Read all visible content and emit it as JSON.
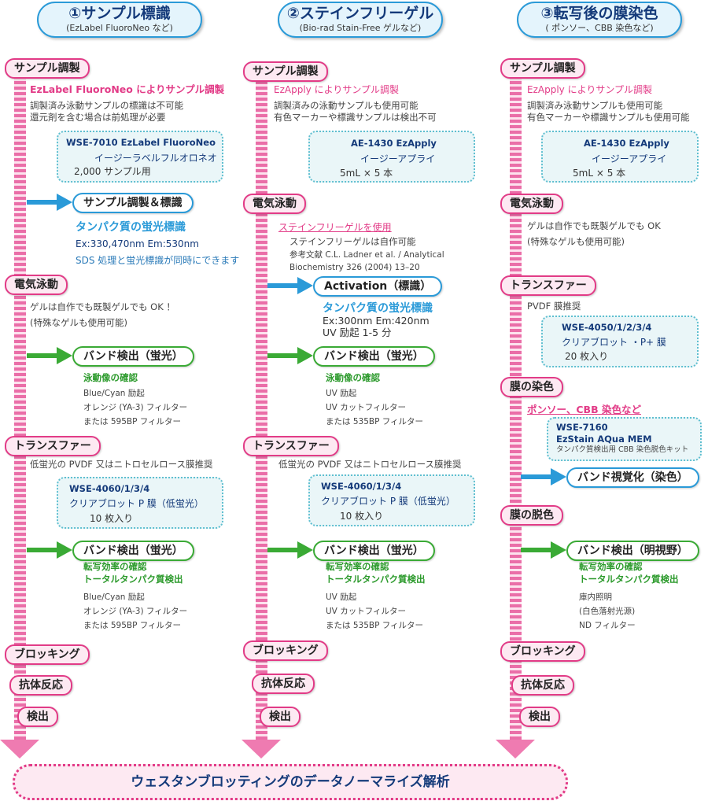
{
  "headers": [
    {
      "title": "①サンプル標識",
      "subtitle": "(EzLabel FluoroNeo など)"
    },
    {
      "title": "②ステインフリーゲル",
      "subtitle": "(Bio-rad Stain-Free ゲルなど)"
    },
    {
      "title": "③転写後の膜染色",
      "subtitle": "( ポンソー、CBB 染色など)"
    }
  ],
  "col1": {
    "step_sample": "サンプル調製",
    "sample_title": "EzLabel FluoroNeo によりサンプル調製",
    "sample_note1": "調製済み泳動サンプルの標識は不可能",
    "sample_note2": "還元剤を含む場合は前処理が必要",
    "product1": {
      "code": "WSE-7010 EzLabel FluoroNeo",
      "name": "イージーラベルフルオロネオ",
      "qty": "2,000 サンプル用"
    },
    "pill_label": "サンプル調製＆標識",
    "fluor_title": "タンパク質の蛍光標識",
    "fluor_ex": "Ex:330,470nm  Em:530nm",
    "fluor_note": "SDS 処理と蛍光標識が同時にできます",
    "step_electro": "電気泳動",
    "electro_note1": "ゲルは自作でも既製ゲルでも OK ！",
    "electro_note2": "(特殊なゲルも使用可能)",
    "band1_label": "バンド検出（蛍光）",
    "band1_title": "泳動像の確認",
    "band1_l1": "Blue/Cyan 励起",
    "band1_l2": "オレンジ (YA-3) フィルター",
    "band1_l3": "または 595BP フィルター",
    "step_transfer": "トランスファー",
    "transfer_note": "低蛍光の PVDF 又はニトロセルロース膜推奨",
    "product2": {
      "code": "WSE-4060/1/3/4",
      "name": "クリアブロット P 膜（低蛍光）",
      "qty": "10 枚入り"
    },
    "band2_label": "バンド検出（蛍光）",
    "band2_title1": "転写効率の確認",
    "band2_title2": "トータルタンパク質検出",
    "band2_l1": "Blue/Cyan 励起",
    "band2_l2": "オレンジ (YA-3) フィルター",
    "band2_l3": "または 595BP フィルター",
    "step_blocking": "ブロッキング",
    "step_antibody": "抗体反応",
    "step_detect": "検出"
  },
  "col2": {
    "step_sample": "サンプル調製",
    "sample_title": "EzApply によりサンプル調製",
    "sample_note1": "調製済みの泳動サンプルも使用可能",
    "sample_note2": "有色マーカーや標識サンプルは検出不可",
    "product1": {
      "code": "AE-1430 EzApply",
      "name": "イージーアプライ",
      "qty": "5mL × 5 本"
    },
    "step_electro": "電気泳動",
    "stainfree_title": "ステインフリーゲルを使用",
    "stainfree_l1": "ステインフリーゲルは自作可能",
    "stainfree_l2": "参考文献 C.L. Ladner et al. / Analytical",
    "stainfree_l3": "Biochemistry 326 (2004) 13–20",
    "pill_label": "Activation（標識）",
    "fluor_title": "タンパク質の蛍光標識",
    "fluor_ex": "Ex:300nm  Em:420nm",
    "fluor_uv": "UV 励起  1-5 分",
    "band1_label": "バンド検出（蛍光）",
    "band1_title": "泳動像の確認",
    "band1_l1": "UV 励起",
    "band1_l2": "UV カットフィルター",
    "band1_l3": "または 535BP フィルター",
    "step_transfer": "トランスファー",
    "transfer_note": "低蛍光の PVDF 又はニトロセルロース膜推奨",
    "product2": {
      "code": "WSE-4060/1/3/4",
      "name": "クリアブロット P 膜（低蛍光）",
      "qty": "10 枚入り"
    },
    "band2_label": "バンド検出（蛍光）",
    "band2_title1": "転写効率の確認",
    "band2_title2": "トータルタンパク質検出",
    "band2_l1": "UV 励起",
    "band2_l2": "UV カットフィルター",
    "band2_l3": "または 535BP フィルター",
    "step_blocking": "ブロッキング",
    "step_antibody": "抗体反応",
    "step_detect": "検出"
  },
  "col3": {
    "step_sample": "サンプル調製",
    "sample_title": "EzApply によりサンプル調製",
    "sample_note1": "調製済み泳動サンプルも使用可能",
    "sample_note2": "有色マーカーや標識サンプルも使用可能",
    "product1": {
      "code": "AE-1430  EzApply",
      "name": "イージーアプライ",
      "qty": "5mL × 5 本"
    },
    "step_electro": "電気泳動",
    "electro_note1": "ゲルは自作でも既製ゲルでも OK",
    "electro_note2": "(特殊なゲルも使用可能)",
    "step_transfer": "トランスファー",
    "transfer_note": "PVDF 膜推奨",
    "product2": {
      "code": "WSE-4050/1/2/3/4",
      "name": "クリアブロット ・P+ 膜",
      "qty": "20 枚入り"
    },
    "step_stain": "膜の染色",
    "stain_title": "ポンソー、CBB 染色など",
    "product3": {
      "code": "WSE-7160",
      "name": "EzStain AQua MEM",
      "desc": "タンパク質検出用 CBB 染色脱色キット"
    },
    "visual_label": "バンド視覚化（染色）",
    "step_destain": "膜の脱色",
    "band_label": "バンド検出（明視野）",
    "band_title1": "転写効率の確認",
    "band_title2": "トータルタンパク質検出",
    "band_l1": "庫内照明",
    "band_l2": "(白色落射光源)",
    "band_l3": "ND フィルター",
    "step_blocking": "ブロッキング",
    "step_antibody": "抗体反応",
    "step_detect": "検出"
  },
  "banner": "ウェスタンブロッティングのデータノーマライズ解析",
  "colors": {
    "pink": "#e23b87",
    "blue": "#2a9ad8",
    "green": "#3aaa35",
    "navy": "#143a7a"
  }
}
